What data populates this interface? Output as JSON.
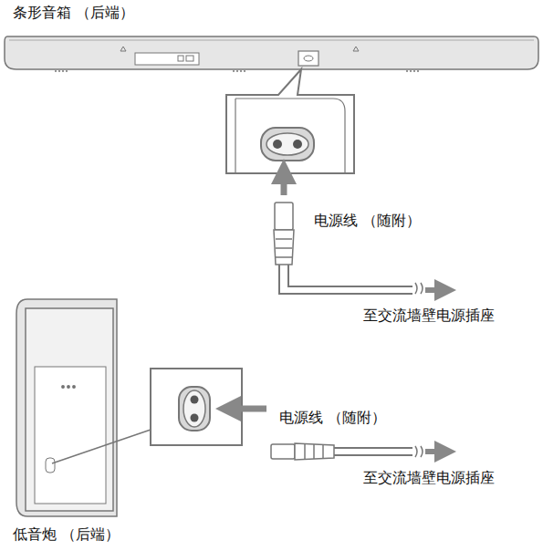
{
  "diagram": {
    "labels": [
      "条形音箱 （后端）",
      "电源线 （随附）",
      "至交流墙壁电源插座",
      "电源线 （随附）",
      "至交流墙壁电源插座",
      "低音炮 （后端）"
    ]
  }
}
